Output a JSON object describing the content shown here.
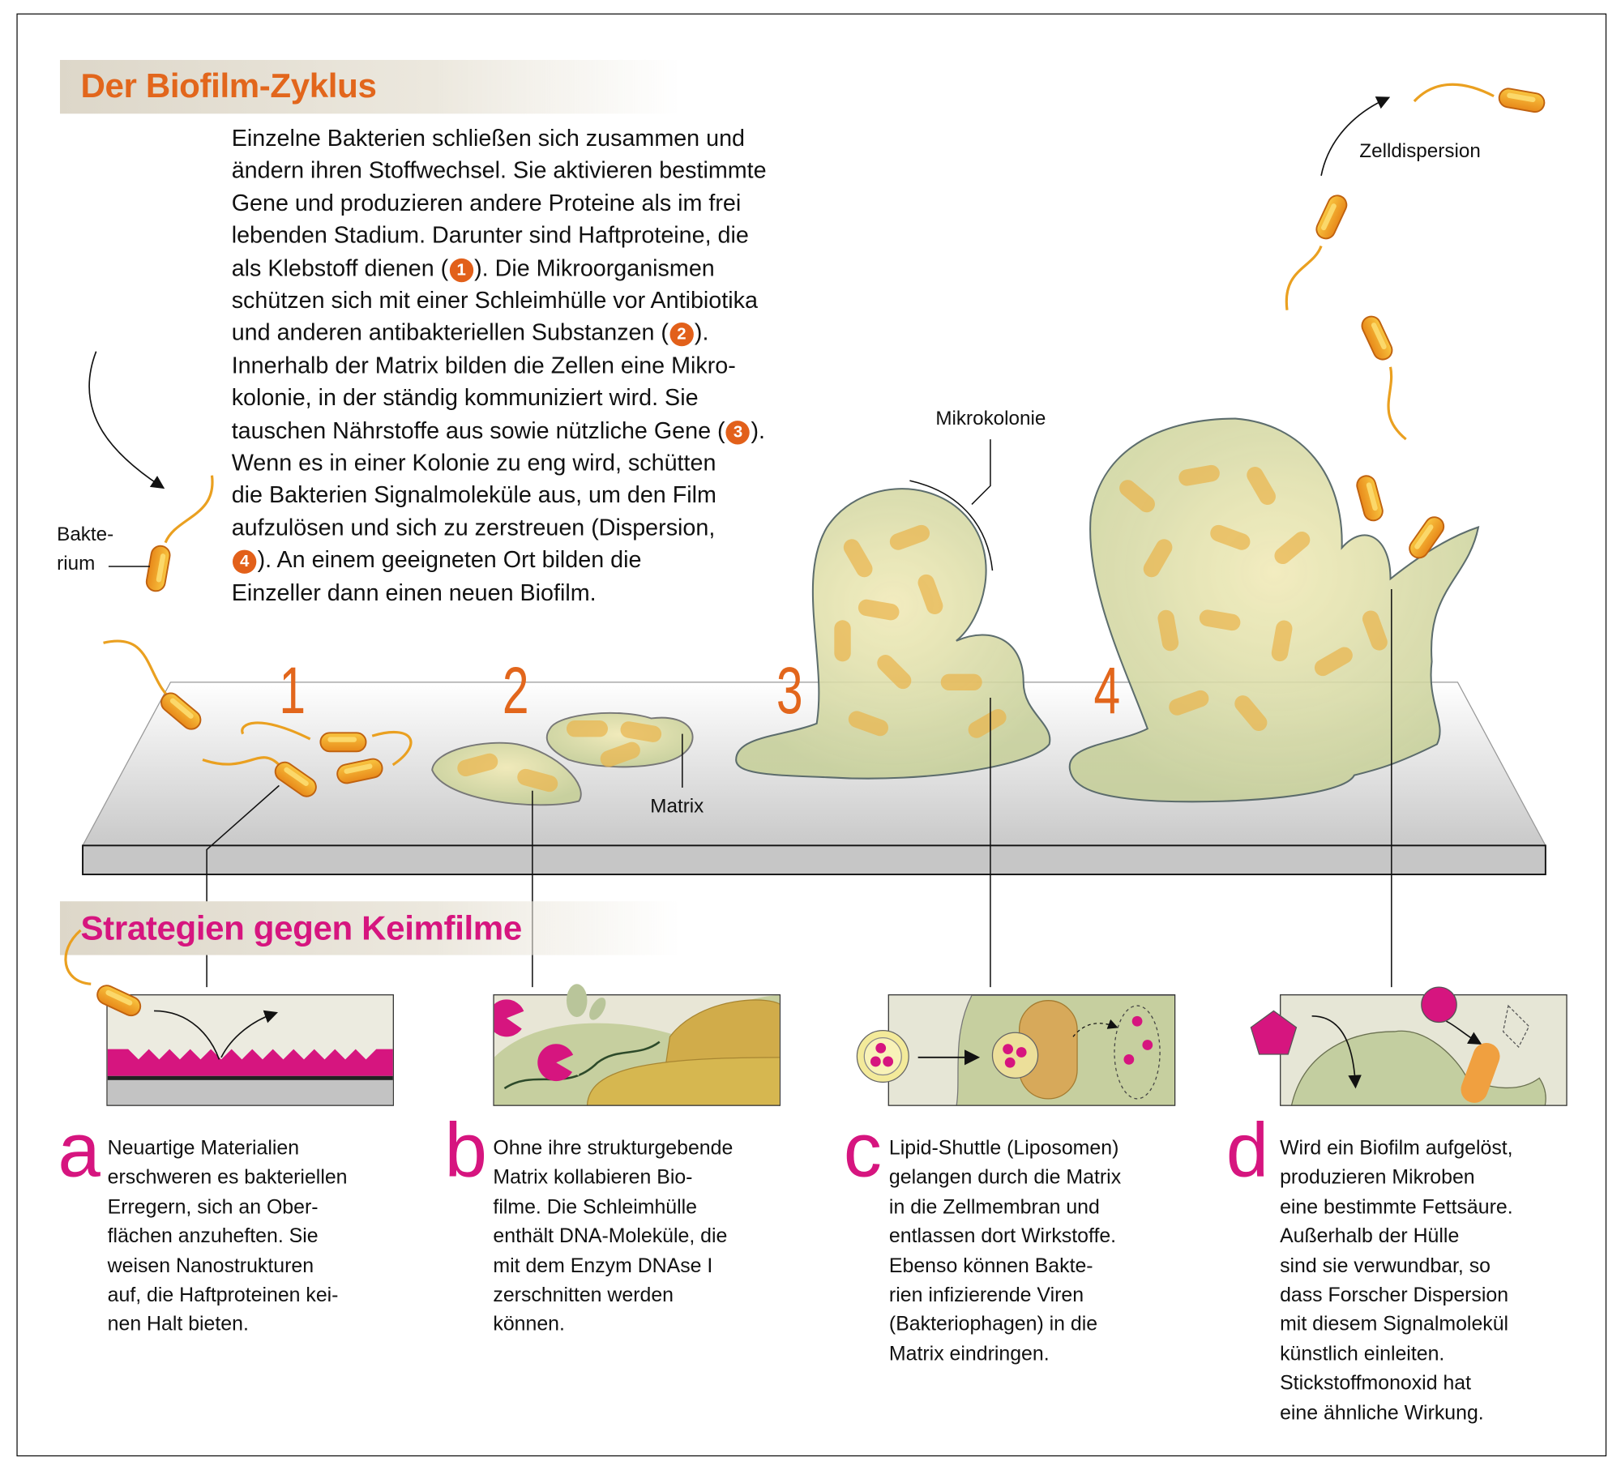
{
  "title": "Der Biofilm-Zyklus",
  "intro_lines": [
    {
      "text": "Einzelne Bakterien schließen sich zusammen und"
    },
    {
      "text": "ändern ihren Stoffwechsel. Sie aktivieren bestimmte"
    },
    {
      "text": "Gene und produzieren andere Proteine als im frei"
    },
    {
      "text": "lebenden Stadium. Darunter sind Haftproteine, die"
    },
    {
      "text": "als Klebstoff dienen (",
      "badge": "1",
      "after": "). Die Mikroorganismen"
    },
    {
      "text": "schützen sich mit einer Schleimhülle vor Antibiotika"
    },
    {
      "text": "und anderen antibakteriellen Substanzen (",
      "badge": "2",
      "after": ")."
    },
    {
      "text": "Innerhalb der Matrix bilden die Zellen eine Mikro-"
    },
    {
      "text": "kolonie, in der ständig kommuniziert wird. Sie"
    },
    {
      "text": "tauschen Nährstoffe aus sowie nützliche Gene (",
      "badge": "3",
      "after": ")."
    },
    {
      "text": "Wenn es in einer Kolonie zu eng wird, schütten"
    },
    {
      "text": "die Bakterien Signalmoleküle aus, um den Film"
    },
    {
      "text": "aufzulösen und sich zu zerstreuen (Dispersion,"
    },
    {
      "text": "",
      "badge": "4",
      "after": "). An einem geeigneten Ort bilden die"
    },
    {
      "text": "Einzeller dann einen neuen Biofilm."
    }
  ],
  "labels": {
    "bakterium_1": "Bakte-",
    "bakterium_2": "rium",
    "matrix": "Matrix",
    "mikrokolonie": "Mikrokolonie",
    "zelldispersion": "Zelldispersion"
  },
  "steps": [
    "1",
    "2",
    "3",
    "4"
  ],
  "strategies_title": "Strategien gegen Keimfilme",
  "strategies": [
    {
      "letter": "a",
      "lines": [
        "Neuartige Materialien",
        "erschweren es bakteriellen",
        "Erregern, sich an Ober-",
        "flächen anzuheften. Sie",
        "weisen Nanostrukturen",
        "auf, die Haftproteinen kei-",
        "nen Halt bieten."
      ]
    },
    {
      "letter": "b",
      "lines": [
        "Ohne ihre strukturgebende",
        "Matrix kollabieren Bio-",
        "filme. Die Schleimhülle",
        "enthält DNA-Moleküle, die",
        "mit dem Enzym DNAse I",
        "zerschnitten werden",
        "können."
      ]
    },
    {
      "letter": "c",
      "lines": [
        "Lipid-Shuttle (Liposomen)",
        "gelangen durch die Matrix",
        "in die Zellmembran und",
        "entlassen dort Wirkstoffe.",
        "Ebenso können Bakte-",
        "rien infizierende Viren",
        "(Bakteriophagen) in die",
        "Matrix eindringen."
      ]
    },
    {
      "letter": "d",
      "lines": [
        "Wird ein Biofilm aufgelöst,",
        "produzieren Mikroben",
        "eine bestimmte Fettsäure.",
        "Außerhalb der Hülle",
        "sind sie verwundbar, so",
        "dass Forscher Dispersion",
        "mit diesem Signalmolekül",
        "künstlich einleiten.",
        "Stickstoffmonoxid hat",
        "eine ähnliche Wirkung."
      ]
    }
  ],
  "colors": {
    "orange": "#e2661c",
    "magenta": "#d6157f",
    "matrix": "#c9d3a3",
    "bacterium": "#f1a925"
  }
}
